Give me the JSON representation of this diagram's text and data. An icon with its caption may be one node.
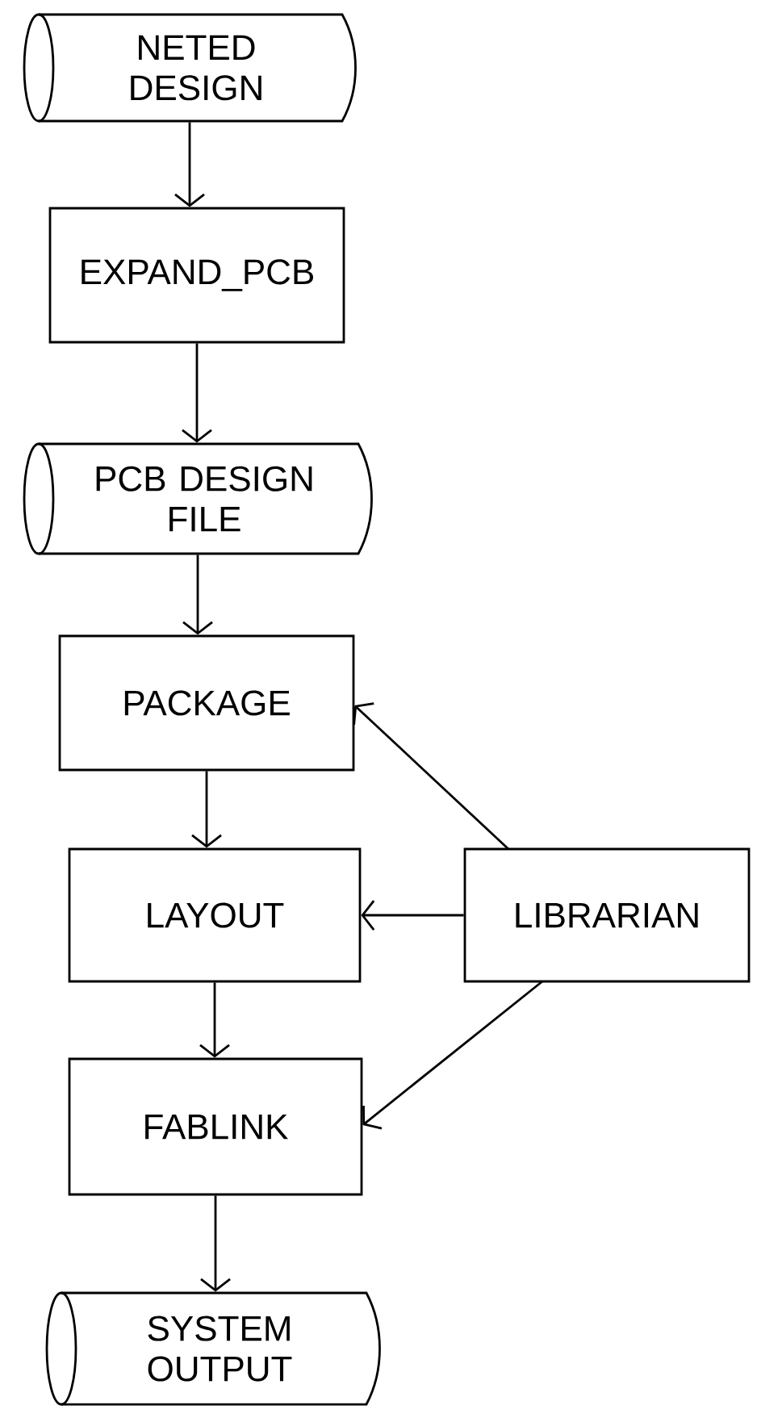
{
  "diagram": {
    "nodes": [
      {
        "text": [
          "NETED DESIGN"
        ]
      },
      {
        "text": [
          "EXPAND_PCB"
        ]
      },
      {
        "text": [
          "PCB DESIGN FILE"
        ]
      },
      {
        "text": [
          "PACKAGE"
        ]
      },
      {
        "text": [
          "LAYOUT"
        ]
      },
      {
        "text": [
          "LIBRARIAN"
        ]
      },
      {
        "text": [
          "FABLINK"
        ]
      },
      {
        "text": [
          "SYSTEM OUTPUT"
        ]
      }
    ],
    "edges": [
      {
        "from": 0,
        "to": 1,
        "arrow": "to"
      },
      {
        "from": 1,
        "to": 2,
        "arrow": "to"
      },
      {
        "from": 2,
        "to": 3,
        "arrow": "to"
      },
      {
        "from": 3,
        "to": 4,
        "arrow": "to"
      },
      {
        "from": 4,
        "to": 6,
        "arrow": "to"
      },
      {
        "from": 6,
        "to": 7,
        "arrow": "to"
      },
      {
        "from": 5,
        "to": 3,
        "arrow": "to"
      },
      {
        "from": 5,
        "to": 4,
        "arrow": "to"
      },
      {
        "from": 5,
        "to": 6,
        "arrow": "to"
      }
    ]
  }
}
